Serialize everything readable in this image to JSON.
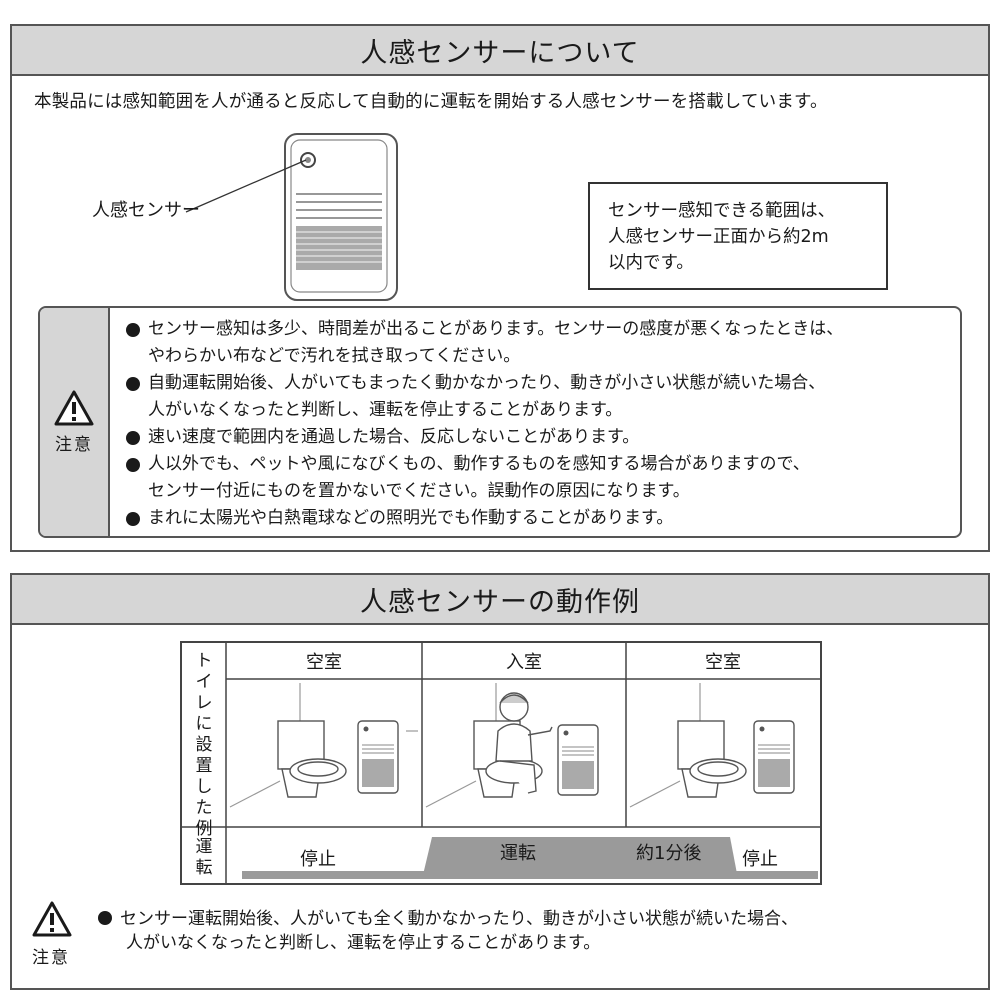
{
  "about": {
    "title": "人感センサーについて",
    "intro": "本製品には感知範囲を人が通ると反応して自動的に運転を開始する人感センサーを搭載しています。",
    "sensor_label": "人感センサー",
    "range_lines": [
      "センサー感知できる範囲は、",
      "人感センサー正面から約2m",
      "以内です。"
    ],
    "caution_label": "注意",
    "caution_items": [
      [
        "センサー感知は多少、時間差が出ることがあります。センサーの感度が悪くなったときは、",
        "やわらかい布などで汚れを拭き取ってください。"
      ],
      [
        "自動運転開始後、人がいてもまったく動かなかったり、動きが小さい状態が続いた場合、",
        "人がいなくなったと判断し、運転を停止することがあります。"
      ],
      [
        "速い速度で範囲内を通過した場合、反応しないことがあります。"
      ],
      [
        "人以外でも、ペットや風になびくもの、動作するものを感知する場合がありますので、",
        "センサー付近にものを置かないでください。誤動作の原因になります。"
      ],
      [
        "まれに太陽光や白熱電球などの照明光でも作動することがあります。"
      ]
    ]
  },
  "example": {
    "title": "人感センサーの動作例",
    "row_label_toilet": [
      "ト",
      "イ",
      "レ",
      "に",
      "設",
      "置",
      "し",
      "た",
      "例"
    ],
    "row_label_operation": [
      "運",
      "転"
    ],
    "columns": [
      "空室",
      "入室",
      "空室"
    ],
    "status_stop_1": "停止",
    "status_run": "運転",
    "status_after": "約1分後",
    "status_stop_2": "停止",
    "caution_label": "注意",
    "caution_lines": [
      "センサー運転開始後、人がいても全く動かなかったり、動きが小さい状態が続いた場合、",
      "人がいなくなったと判断し、運転を停止することがあります。"
    ]
  }
}
